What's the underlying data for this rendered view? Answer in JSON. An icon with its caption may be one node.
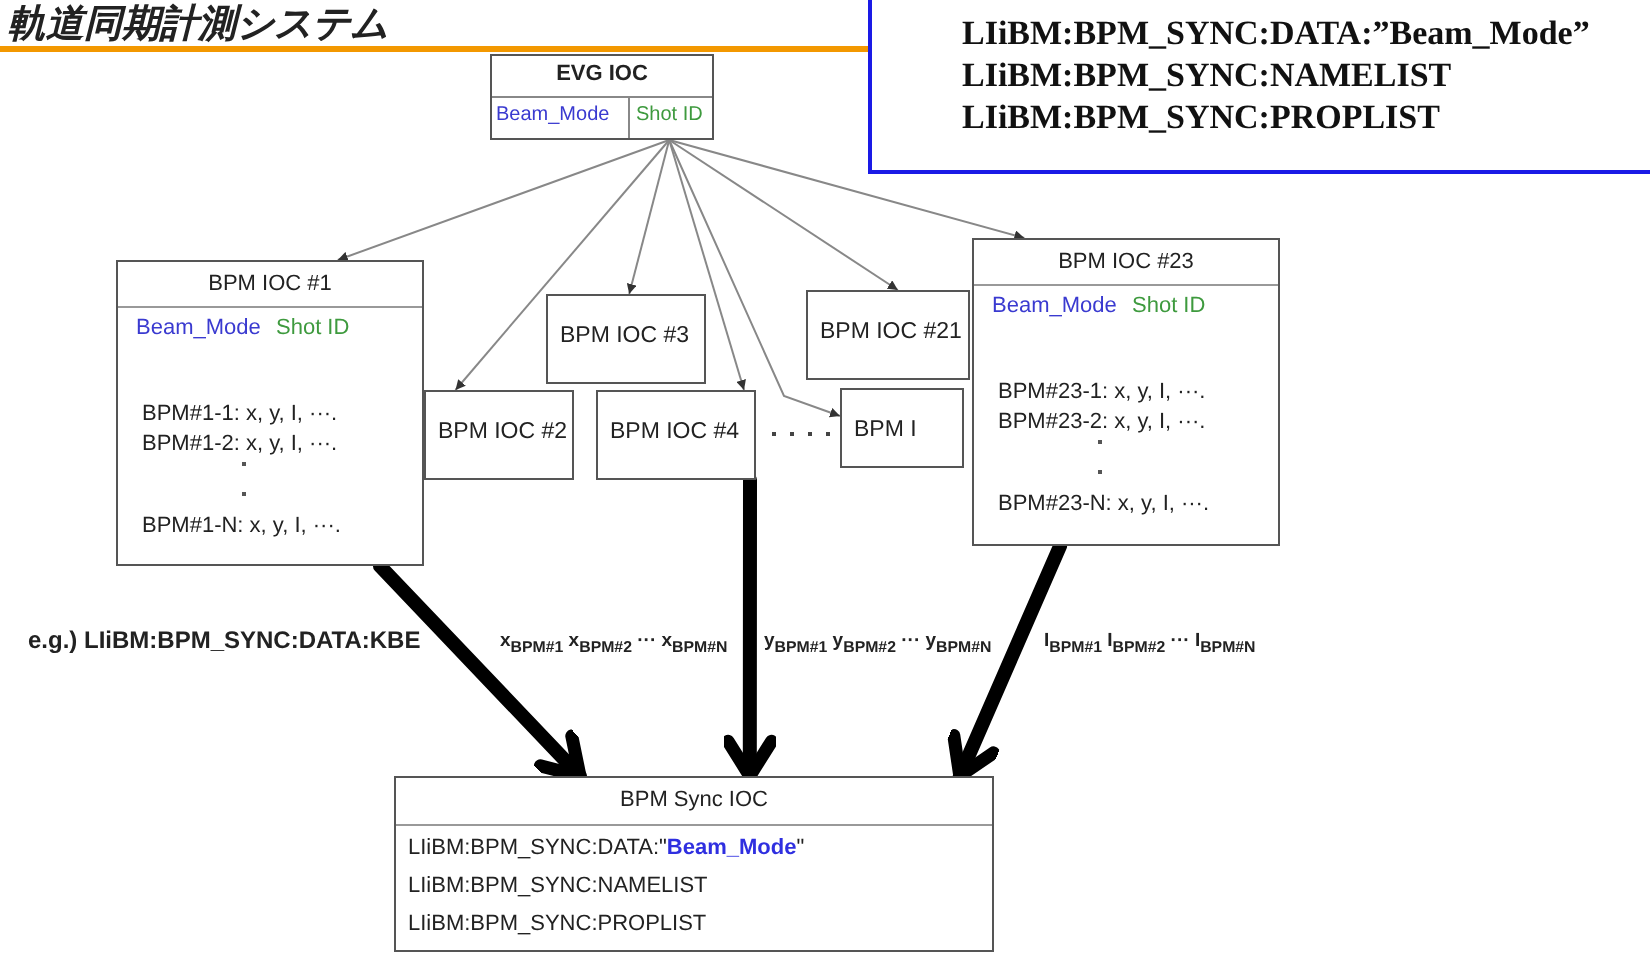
{
  "diagram": {
    "title": "軌道同期計測システム",
    "nodes": [
      {
        "text": [
          "EVG IOC",
          "Beam_Mode",
          "Shot ID"
        ]
      },
      {
        "text": [
          "LIiBM:BPM_SYNC:DATA:”Beam_Mode”",
          "LIiBM:BPM_SYNC:NAMELIST",
          "LIiBM:BPM_SYNC:PROPLIST"
        ]
      },
      {
        "text": [
          "BPM IOC #1",
          "Beam_Mode",
          "Shot ID",
          "BPM#1-1: x, y, I, ···.",
          "BPM#1-2: x, y, I, ···.",
          "BPM#1-N: x, y, I, ···."
        ]
      },
      {
        "text": [
          "BPM IOC #2"
        ]
      },
      {
        "text": [
          "BPM IOC #3"
        ]
      },
      {
        "text": [
          "BPM IOC #4"
        ]
      },
      {
        "text": [
          "BPM IOC #21"
        ]
      },
      {
        "text": [
          "BPM I"
        ]
      },
      {
        "text": [
          "BPM IOC #23",
          "Beam_Mode",
          "Shot ID",
          "BPM#23-1: x, y, I, ···.",
          "BPM#23-2: x, y, I, ···.",
          "BPM#23-N: x, y, I, ···."
        ]
      },
      {
        "text": [
          "BPM Sync IOC",
          "LIiBM:BPM_SYNC:DATA:\"**Beam_Mode**\"",
          "LIiBM:BPM_SYNC:NAMELIST",
          "LIiBM:BPM_SYNC:PROPLIST"
        ]
      }
    ],
    "edges": [
      {
        "from": 0,
        "to": 2,
        "arrow": "to"
      },
      {
        "from": 0,
        "to": 3,
        "arrow": "to"
      },
      {
        "from": 0,
        "to": 4,
        "arrow": "to"
      },
      {
        "from": 0,
        "to": 5,
        "arrow": "to"
      },
      {
        "from": 0,
        "to": 6,
        "arrow": "to"
      },
      {
        "from": 0,
        "to": 7,
        "arrow": "to"
      },
      {
        "from": 0,
        "to": 8,
        "arrow": "to"
      },
      {
        "from": 2,
        "to": 9,
        "arrow": "to",
        "style": "thick",
        "color": "#000000"
      },
      {
        "from": 5,
        "to": 9,
        "arrow": "to",
        "style": "thick",
        "color": "#000000"
      },
      {
        "from": 8,
        "to": 9,
        "arrow": "to",
        "style": "thick",
        "color": "#000000"
      }
    ],
    "labels": [
      "e.g.) LIiBM:BPM_SYNC:DATA:KBE",
      "x$_{BPM#1}$ x$_{BPM#2}$ ··· x$_{BPM#N}$",
      "y$_{BPM#1}$ y$_{BPM#2}$ ··· y$_{BPM#N}$",
      "I$_{BPM#1}$ I$_{BPM#2}$ ··· I$_{BPM#N}$"
    ]
  }
}
